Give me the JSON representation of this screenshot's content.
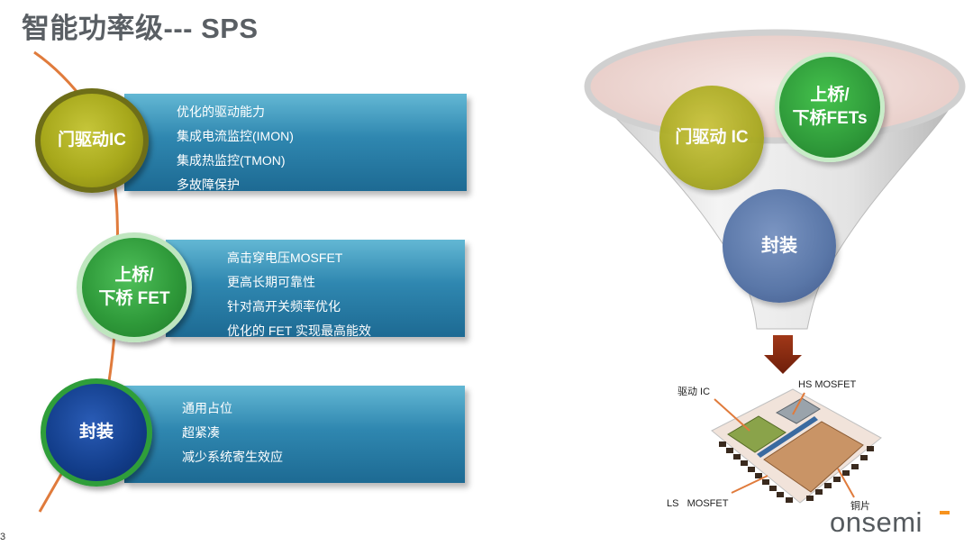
{
  "title": "智能功率级--- SPS",
  "left": {
    "gate": {
      "circle": "门驱动IC",
      "items": [
        "优化的驱动能力",
        "集成电流监控(IMON)",
        "集成热监控(TMON)",
        "多故障保护"
      ]
    },
    "fet": {
      "circle": "上桥/\n下桥 FET",
      "items": [
        "高击穿电压MOSFET",
        "更高长期可靠性",
        "针对高开关频率优化",
        "优化的 FET 实现最高能效"
      ]
    },
    "pkg": {
      "circle": "封装",
      "items": [
        "通用占位",
        "超紧凑",
        "减少系统寄生效应"
      ]
    }
  },
  "funnel": {
    "gate": "门驱动 IC",
    "fets": "上桥/\n下桥FETs",
    "pkg": "封装"
  },
  "chip": {
    "driver": "驱动 IC",
    "hs": "HS   MOSFET",
    "ls": "LS   MOSFET",
    "copper": "铜片"
  },
  "logo": "onsemi",
  "page": "3",
  "colors": {
    "gate": "#a7a81b",
    "fet": "#2f9a3a",
    "pkg": "#123d8a",
    "panel": "#2f87b0",
    "funnel_pkg": "#5a77a8",
    "arrow": "#8b2a12",
    "connector": "#e07b3c"
  }
}
